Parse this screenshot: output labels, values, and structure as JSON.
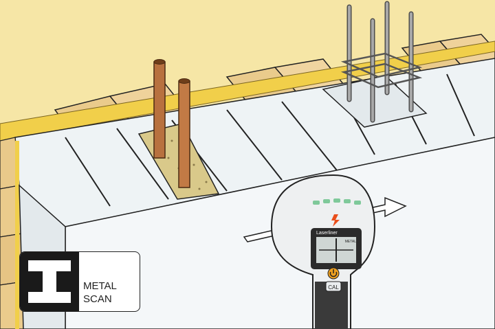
{
  "badge": {
    "icon": "i-beam-icon",
    "line1": "METAL",
    "line2": "SCAN"
  },
  "device": {
    "brand": "Laserliner",
    "mode": "METAL",
    "button_cal": "CAL",
    "power_icon": "power-icon",
    "warning_icon": "lightning-icon"
  },
  "colors": {
    "wall_top": "#f6e6a6",
    "brick_tan": "#eacb8c",
    "block_white": "#f2f5f7",
    "device_body": "#eef0f1",
    "device_screen": "#2b2b2b",
    "led_green": "#7fc99a",
    "button_orange": "#f0a11f"
  }
}
